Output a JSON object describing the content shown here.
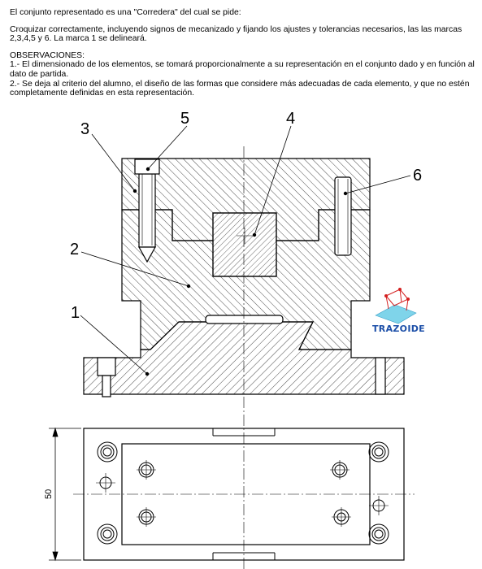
{
  "statement": {
    "title_line": "El conjunto representado es una \"Corredera\" del cual se pide:",
    "task": "Croquizar correctamente, incluyendo signos de mecanizado y fijando los ajustes y tolerancias necesarios, las las marcas 2,3,4,5 y 6. La marca 1 se delineará.",
    "observations_heading": "OBSERVACIONES:",
    "observation_1": "1.- El dimensionado de los elementos, se tomará proporcionalmente a su representación en el conjunto dado y en función al dato de partida.",
    "observation_2": "2.- Se deja al criterio del alumno, el diseño de las formas que considere más adecuadas de cada elemento, y que no estén completamente definidas en esta representación."
  },
  "drawing": {
    "part_numbers": [
      "1",
      "2",
      "3",
      "4",
      "5",
      "6"
    ],
    "plan_dimension": "50",
    "logo_text": "TRAZOIDE"
  },
  "colors": {
    "line": "#000000",
    "logo_blue": "#1c4fa8",
    "logo_red": "#d42020",
    "logo_cyan": "#7fd4ea"
  }
}
